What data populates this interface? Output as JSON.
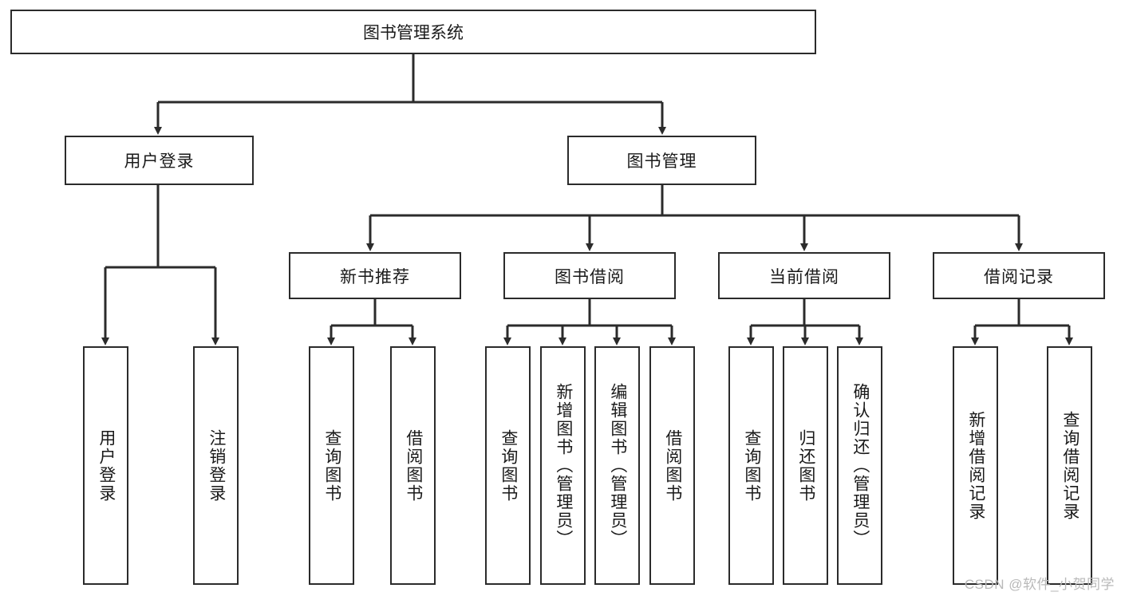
{
  "diagram": {
    "title": "图书管理系统",
    "type": "hierarchy-tree",
    "orientation": "top-down",
    "colors": {
      "stroke": "#2b2b2b",
      "fill": "#ffffff",
      "text": "#1a1a1a",
      "watermark": "#b9b9b9"
    },
    "root": {
      "label": "图书管理系统"
    },
    "level1": [
      {
        "key": "user-login",
        "label": "用户登录"
      },
      {
        "key": "book-manage",
        "label": "图书管理"
      }
    ],
    "level2": [
      {
        "key": "new-book-recommend",
        "label": "新书推荐"
      },
      {
        "key": "book-borrow",
        "label": "图书借阅"
      },
      {
        "key": "current-borrow",
        "label": "当前借阅"
      },
      {
        "key": "borrow-record",
        "label": "借阅记录"
      }
    ],
    "leaves": [
      {
        "key": "leaf-user-login",
        "label": "用户登录"
      },
      {
        "key": "leaf-logout-login",
        "label": "注销登录"
      },
      {
        "key": "leaf-query-book-1",
        "label": "查询图书"
      },
      {
        "key": "leaf-borrow-book-1",
        "label": "借阅图书"
      },
      {
        "key": "leaf-query-book-2",
        "label": "查询图书"
      },
      {
        "key": "leaf-add-book-admin",
        "label": "新增图书（管理员）"
      },
      {
        "key": "leaf-edit-book-admin",
        "label": "编辑图书（管理员）"
      },
      {
        "key": "leaf-borrow-book-2",
        "label": "借阅图书"
      },
      {
        "key": "leaf-query-book-3",
        "label": "查询图书"
      },
      {
        "key": "leaf-return-book",
        "label": "归还图书"
      },
      {
        "key": "leaf-confirm-return-admin",
        "label": "确认归还（管理员）"
      },
      {
        "key": "leaf-add-borrow-record",
        "label": "新增借阅记录"
      },
      {
        "key": "leaf-query-borrow-record",
        "label": "查询借阅记录"
      }
    ]
  },
  "watermark": {
    "text": "CSDN @软件_小贺同学"
  }
}
